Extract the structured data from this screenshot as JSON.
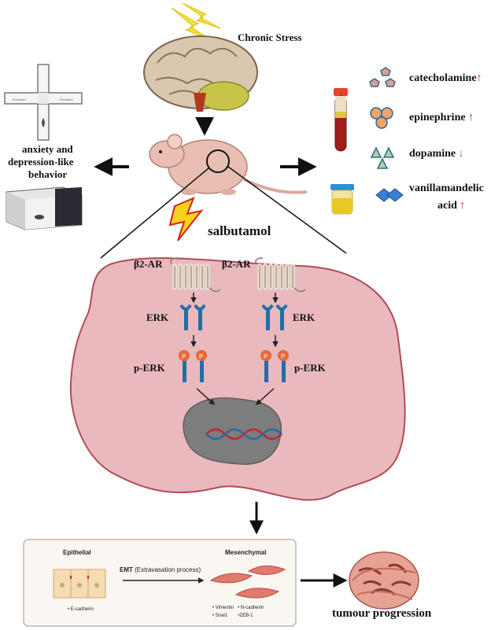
{
  "stress": {
    "title": "Chronic Stress"
  },
  "behavior": {
    "line1": "anxiety and",
    "line2": "depression-like",
    "line3": "behavior",
    "maze_label_left": "Enclosed",
    "maze_label_right": "Enclosed"
  },
  "markers": [
    {
      "name": "catecholamine",
      "arrow": "↑",
      "direction": "up"
    },
    {
      "name": "epinephrine",
      "arrow": "↑",
      "direction": "up"
    },
    {
      "name": "dopamine",
      "arrow": "↓",
      "direction": "down"
    },
    {
      "name_line1": "vanillamandelic",
      "name_line2": "acid",
      "arrow": "↑",
      "direction": "up"
    }
  ],
  "drug": {
    "name": "salbutamol"
  },
  "cell": {
    "receptor_left": "β2-AR",
    "receptor_right": "β2-AR",
    "erk_left": "ERK",
    "erk_right": "ERK",
    "perk_left": "p-ERK",
    "perk_right": "p-ERK",
    "phospho": "P"
  },
  "emt": {
    "epithelial_title": "Epithelial",
    "epithelial_marker": "• E-cadherin",
    "process_bold": "EMT",
    "process_rest": " (Extravasation process)",
    "mesenchymal_title": "Mesenchymal",
    "mes_markers_line1": "• Vimentin   • N-cadherin",
    "mes_markers_line2": "• Snai1        •ZEB-1"
  },
  "outcome": {
    "label": "tumour progression"
  },
  "colors": {
    "cell_fill": "#e9b9be",
    "cell_stroke": "#b24a58",
    "protein_blue": "#1f6fa8",
    "phospho_orange": "#e46a3a",
    "up_arrow": "#d0141b",
    "down_arrow": "#3b7fd4"
  }
}
